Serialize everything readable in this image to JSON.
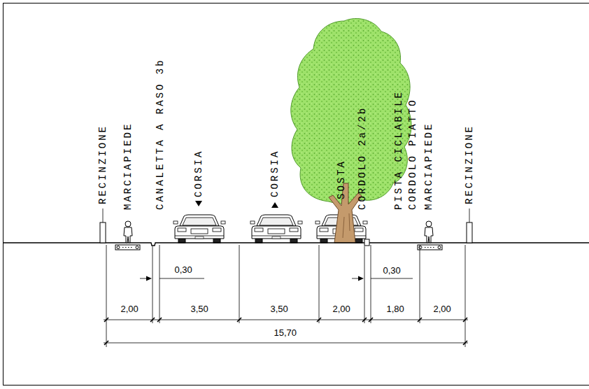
{
  "diagram": {
    "labels": [
      "RECINZIONE",
      "MARCIAPIEDE",
      "CANALETTA A RASO 3b",
      "CORSIA",
      "CORSIA",
      "SOSTA",
      "CORDOLO 2a/2b",
      "PISTA CICLABILE",
      "CORDOLO PIATTO",
      "MARCIAPIEDE",
      "RECINZIONE",
      "0,30",
      "0,30",
      "2,00",
      "3,50",
      "3,50",
      "2,00",
      "1,80",
      "2,00",
      "15,70"
    ]
  }
}
